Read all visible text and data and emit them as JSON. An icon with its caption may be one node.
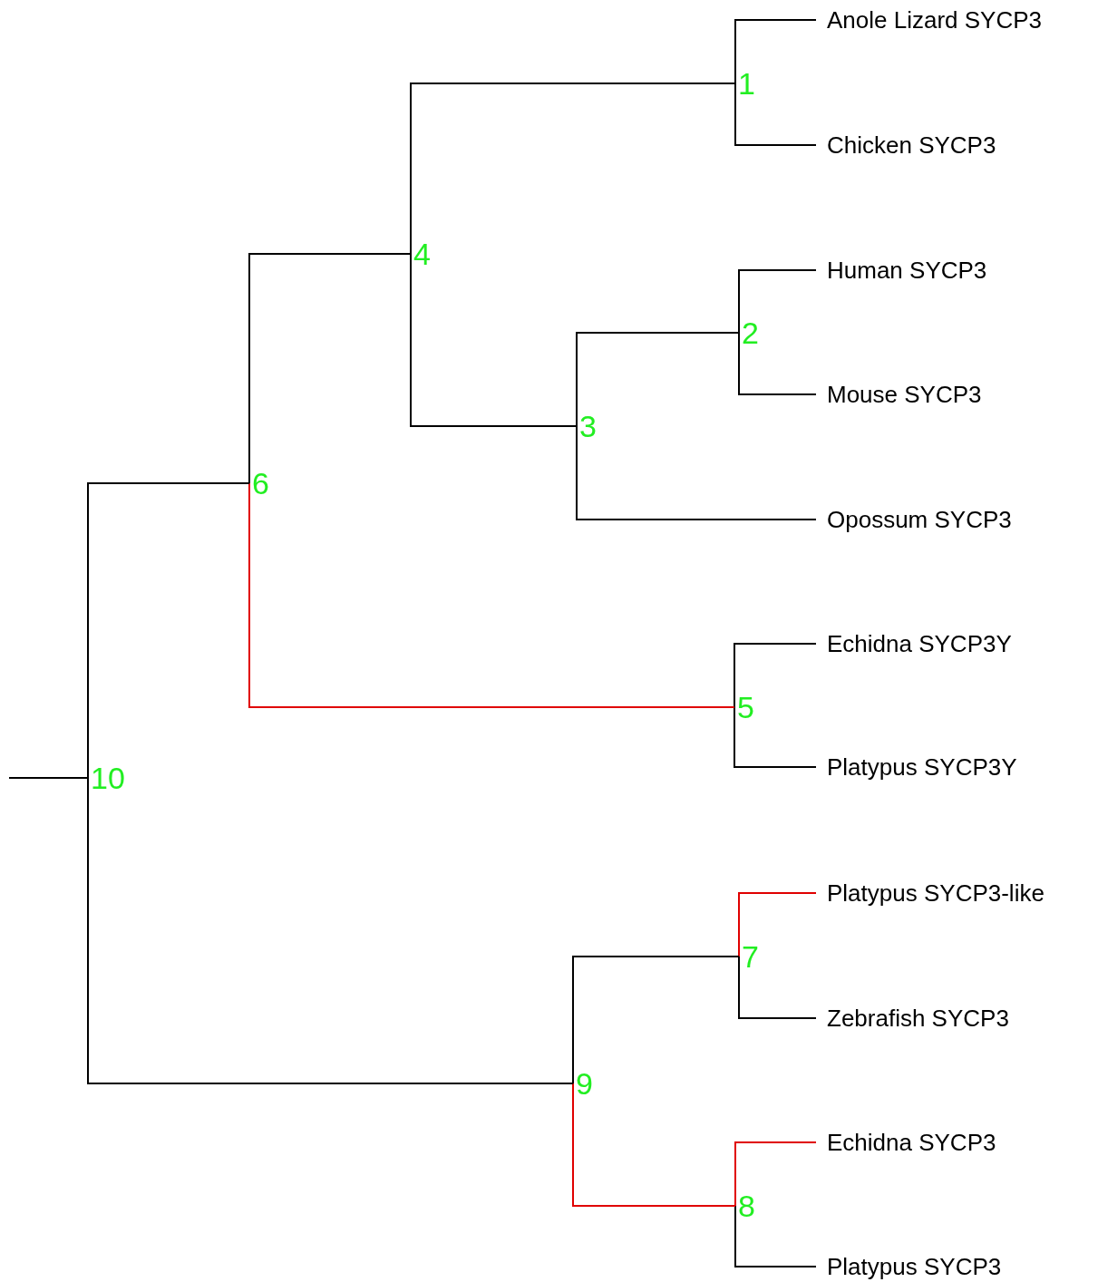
{
  "diagram": {
    "nodes": [
      {
        "text": [
          "Anole Lizard SYCP3"
        ]
      },
      {
        "text": [
          "1"
        ]
      },
      {
        "text": [
          "Chicken SYCP3"
        ]
      },
      {
        "text": [
          "4"
        ]
      },
      {
        "text": [
          "Human SYCP3"
        ]
      },
      {
        "text": [
          "2"
        ]
      },
      {
        "text": [
          "Mouse SYCP3"
        ]
      },
      {
        "text": [
          "3"
        ]
      },
      {
        "text": [
          "6"
        ]
      },
      {
        "text": [
          "Opossum SYCP3"
        ]
      },
      {
        "text": [
          "Echidna SYCP3Y"
        ]
      },
      {
        "text": [
          "5"
        ]
      },
      {
        "text": [
          "Platypus SYCP3Y"
        ]
      },
      {
        "text": [
          "10"
        ]
      },
      {
        "text": [
          "Platypus SYCP3-like"
        ]
      },
      {
        "text": [
          "7"
        ]
      },
      {
        "text": [
          "Zebrafish SYCP3"
        ]
      },
      {
        "text": [
          "9"
        ]
      },
      {
        "text": [
          "Echidna SYCP3"
        ]
      },
      {
        "text": [
          "8"
        ]
      },
      {
        "text": [
          "Platypus SYCP3"
        ]
      }
    ],
    "edges": [
      {
        "from": 1,
        "to": 0,
        "arrow": "none"
      },
      {
        "from": 1,
        "to": 2,
        "arrow": "none"
      },
      {
        "from": 5,
        "to": 4,
        "arrow": "none"
      },
      {
        "from": 5,
        "to": 6,
        "arrow": "none"
      },
      {
        "from": 7,
        "to": 5,
        "arrow": "none"
      },
      {
        "from": 7,
        "to": 9,
        "arrow": "none"
      },
      {
        "from": 3,
        "to": 1,
        "arrow": "none"
      },
      {
        "from": 3,
        "to": 7,
        "arrow": "none"
      },
      {
        "from": 11,
        "to": 10,
        "arrow": "none"
      },
      {
        "from": 11,
        "to": 12,
        "arrow": "none"
      },
      {
        "from": 8,
        "to": 3,
        "arrow": "none"
      },
      {
        "from": 8,
        "to": 11,
        "arrow": "none",
        "color": "#e00000"
      },
      {
        "from": 15,
        "to": 14,
        "arrow": "none",
        "color": "#e00000"
      },
      {
        "from": 15,
        "to": 16,
        "arrow": "none"
      },
      {
        "from": 19,
        "to": 18,
        "arrow": "none",
        "color": "#e00000"
      },
      {
        "from": 19,
        "to": 20,
        "arrow": "none"
      },
      {
        "from": 17,
        "to": 15,
        "arrow": "none"
      },
      {
        "from": 17,
        "to": 19,
        "arrow": "none",
        "color": "#e00000"
      },
      {
        "from": 13,
        "to": 8,
        "arrow": "none"
      },
      {
        "from": 13,
        "to": 17,
        "arrow": "none"
      },
      {
        "from": null,
        "to": 13,
        "arrow": "none"
      }
    ]
  }
}
